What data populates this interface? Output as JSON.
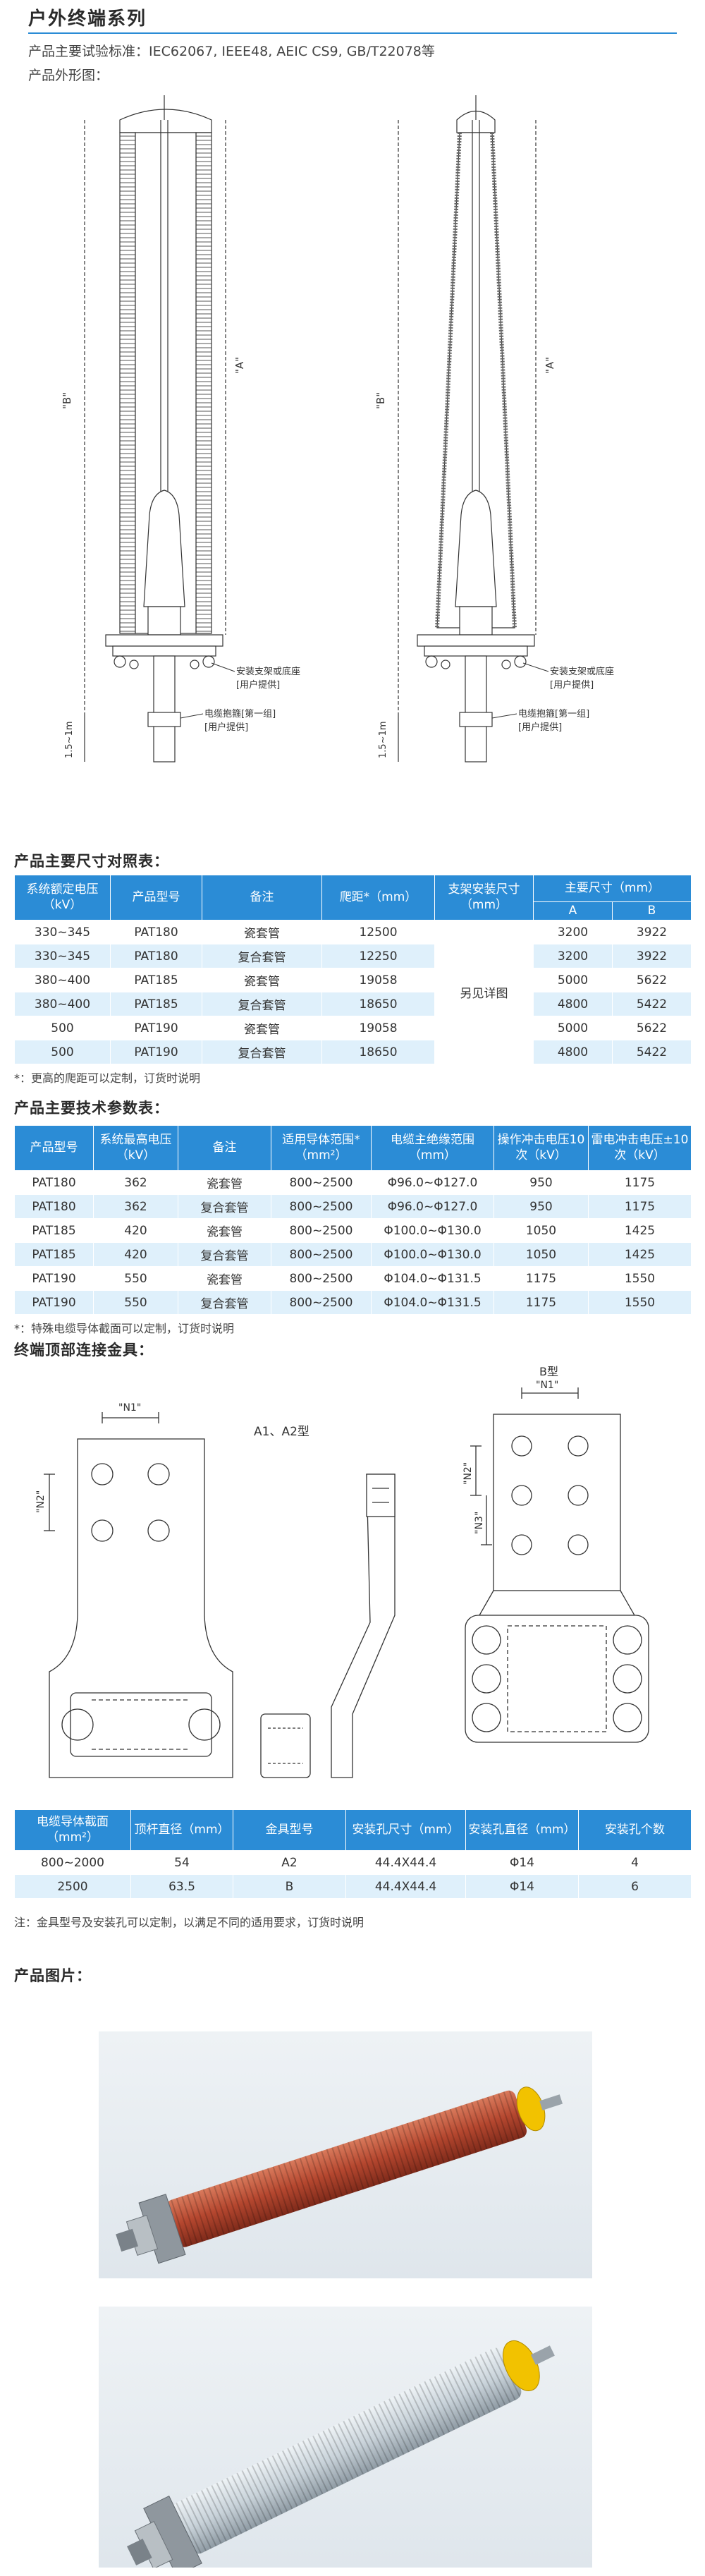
{
  "header": {
    "title": "户外终端系列",
    "standards_label": "产品主要试验标准：",
    "standards_value": "IEC62067, IEEE48, AEIC CS9, GB/T22078等",
    "outline_label": "产品外形图："
  },
  "outline_drawing": {
    "dim_b": "\"B\"",
    "dim_a": "\"A\"",
    "dim_low": "1.5~1m",
    "label_bracket": "安装支架或底座",
    "label_bracket_sub": "[用户提供]",
    "label_cable_clamp": "电缆抱箍[第一组]",
    "label_cable_clamp_sub": "[用户提供]"
  },
  "table1": {
    "title": "产品主要尺寸对照表：",
    "headers": {
      "voltage": "系统额定电压（kV）",
      "model": "产品型号",
      "remark": "备注",
      "creepage": "爬距*（mm）",
      "support": "支架安装尺寸（mm）",
      "main_dims": "主要尺寸（mm）",
      "a": "A",
      "b": "B"
    },
    "support_merged": "另见详图",
    "rows": [
      {
        "voltage": "330~345",
        "model": "PAT180",
        "remark": "瓷套管",
        "creepage": "12500",
        "a": "3200",
        "b": "3922"
      },
      {
        "voltage": "330~345",
        "model": "PAT180",
        "remark": "复合套管",
        "creepage": "12250",
        "a": "3200",
        "b": "3922"
      },
      {
        "voltage": "380~400",
        "model": "PAT185",
        "remark": "瓷套管",
        "creepage": "19058",
        "a": "5000",
        "b": "5622"
      },
      {
        "voltage": "380~400",
        "model": "PAT185",
        "remark": "复合套管",
        "creepage": "18650",
        "a": "4800",
        "b": "5422"
      },
      {
        "voltage": "500",
        "model": "PAT190",
        "remark": "瓷套管",
        "creepage": "19058",
        "a": "5000",
        "b": "5622"
      },
      {
        "voltage": "500",
        "model": "PAT190",
        "remark": "复合套管",
        "creepage": "18650",
        "a": "4800",
        "b": "5422"
      }
    ],
    "note": "*：更高的爬距可以定制，订货时说明"
  },
  "table2": {
    "title": "产品主要技术参数表：",
    "headers": {
      "model": "产品型号",
      "max_voltage": "系统最高电压（kV）",
      "remark": "备注",
      "conductor": "适用导体范围*（mm²）",
      "insulation": "电缆主绝缘范围（mm）",
      "switching": "操作冲击电压10次（kV）",
      "lightning": "雷电冲击电压±10次（kV）"
    },
    "rows": [
      {
        "model": "PAT180",
        "max_voltage": "362",
        "remark": "瓷套管",
        "conductor": "800~2500",
        "insulation": "Φ96.0~Φ127.0",
        "switching": "950",
        "lightning": "1175"
      },
      {
        "model": "PAT180",
        "max_voltage": "362",
        "remark": "复合套管",
        "conductor": "800~2500",
        "insulation": "Φ96.0~Φ127.0",
        "switching": "950",
        "lightning": "1175"
      },
      {
        "model": "PAT185",
        "max_voltage": "420",
        "remark": "瓷套管",
        "conductor": "800~2500",
        "insulation": "Φ100.0~Φ130.0",
        "switching": "1050",
        "lightning": "1425"
      },
      {
        "model": "PAT185",
        "max_voltage": "420",
        "remark": "复合套管",
        "conductor": "800~2500",
        "insulation": "Φ100.0~Φ130.0",
        "switching": "1050",
        "lightning": "1425"
      },
      {
        "model": "PAT190",
        "max_voltage": "550",
        "remark": "瓷套管",
        "conductor": "800~2500",
        "insulation": "Φ104.0~Φ131.5",
        "switching": "1175",
        "lightning": "1550"
      },
      {
        "model": "PAT190",
        "max_voltage": "550",
        "remark": "复合套管",
        "conductor": "800~2500",
        "insulation": "Φ104.0~Φ131.5",
        "switching": "1175",
        "lightning": "1550"
      }
    ],
    "note": "*：特殊电缆导体截面可以定制，订货时说明"
  },
  "fittings": {
    "title": "终端顶部连接金具：",
    "label_a": "A1、A2型",
    "label_b": "B型",
    "dim_n1": "\"N1\"",
    "dim_n2": "\"N2\"",
    "dim_n3": "\"N3\""
  },
  "table3": {
    "headers": {
      "section": "电缆导体截面（mm²）",
      "rod": "顶杆直径（mm）",
      "fitting": "金具型号",
      "hole_size": "安装孔尺寸（mm）",
      "hole_dia": "安装孔直径（mm）",
      "hole_count": "安装孔个数"
    },
    "rows": [
      {
        "section": "800~2000",
        "rod": "54",
        "fitting": "A2",
        "hole_size": "44.4X44.4",
        "hole_dia": "Φ14",
        "hole_count": "4"
      },
      {
        "section": "2500",
        "rod": "63.5",
        "fitting": "B",
        "hole_size": "44.4X44.4",
        "hole_dia": "Φ14",
        "hole_count": "6"
      }
    ],
    "note": "注：金具型号及安装孔可以定制，以满足不同的适用要求，订货时说明"
  },
  "photos": {
    "title": "产品图片："
  },
  "colors": {
    "accent": "#2b8cd6",
    "row_alt": "#dff0fb",
    "red_insulator": "#b5472f",
    "grey_insulator": "#c9d3da",
    "yellow_cap": "#f2c200"
  }
}
